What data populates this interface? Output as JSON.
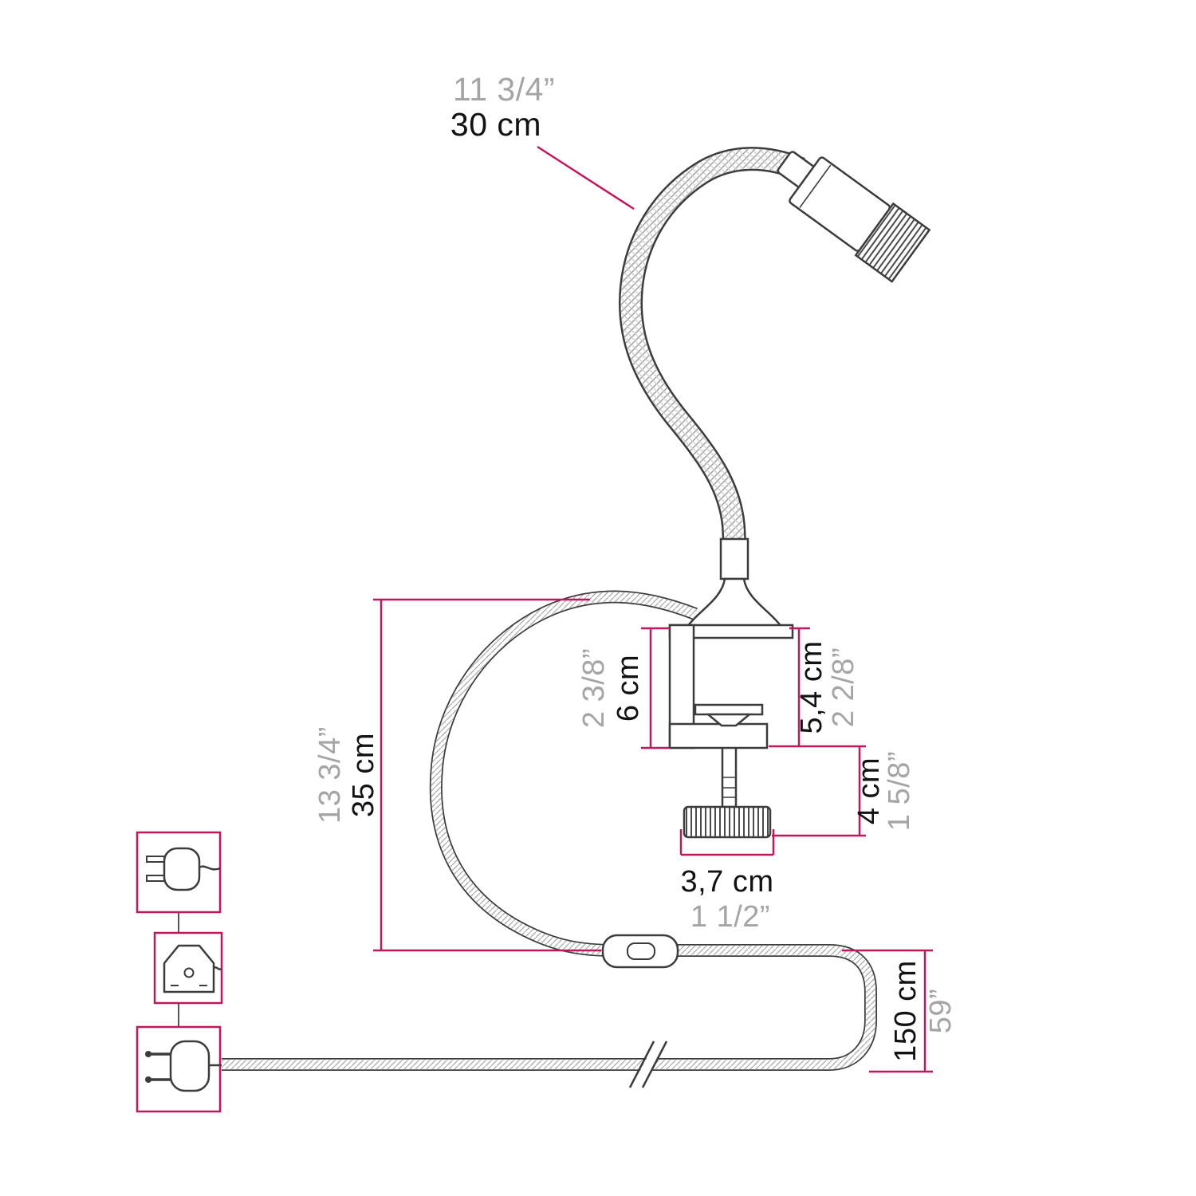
{
  "meta": {
    "title": "Clamp spotlight with flexible gooseneck arm — dimensional diagram"
  },
  "colors": {
    "dimension_line": "#c2185b",
    "cm_text": "#121212",
    "inch_text": "#a5a5a5",
    "line_art": "#3c3c3c"
  },
  "labels": {
    "gooseneck": {
      "cm": "30 cm",
      "inch": "11 3/4”"
    },
    "clamp_opening": {
      "cm": "6 cm",
      "inch": "2 3/8”"
    },
    "clamp_height": {
      "cm": "5,4 cm",
      "inch": "2 2/8”"
    },
    "screw_length": {
      "cm": "4 cm",
      "inch": "1 5/8”"
    },
    "knob_width": {
      "cm": "3,7 cm",
      "inch": "1 1/2”"
    },
    "cable_to_switch": {
      "cm": "35 cm",
      "inch": "13 3/4”"
    },
    "cable_total": {
      "cm": "150 cm",
      "inch": "59”"
    }
  },
  "icons": {
    "plug_options": [
      "us-plug-icon",
      "uk-plug-icon",
      "eu-plug-icon"
    ],
    "cable_break": "cable-break-icon",
    "inline_switch": "inline-switch",
    "spotlight": "spotlight-head",
    "clamp": "table-clamp"
  }
}
